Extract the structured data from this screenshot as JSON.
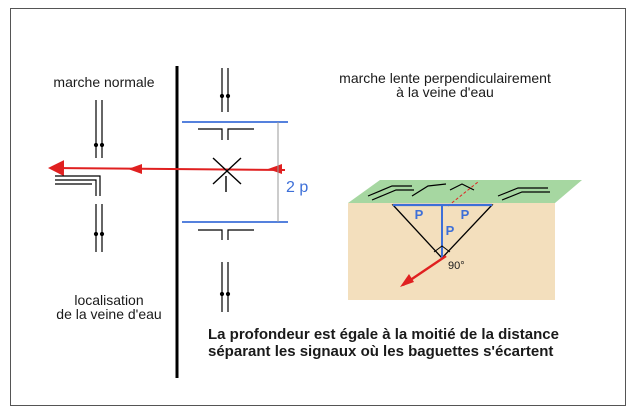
{
  "labels": {
    "normal_walk": "marche normale",
    "slow_walk_line1": "marche lente perpendiculairement",
    "slow_walk_line2": "à la veine d'eau",
    "localisation_line1": "localisation",
    "localisation_line2": "de la veine d'eau",
    "distance": "2 p",
    "depth_left": "P",
    "depth_right": "P",
    "depth_vertical": "P",
    "angle": "90°"
  },
  "caption": {
    "line1": "La profondeur est égale à la moitié de la distance",
    "line2": "séparant les signaux où les baguettes s'écartent"
  },
  "colors": {
    "red_vein": "#e02020",
    "blue_mark": "#3d6fd8",
    "ground": "#f3dfbd",
    "grass": "#a6d7a1"
  }
}
